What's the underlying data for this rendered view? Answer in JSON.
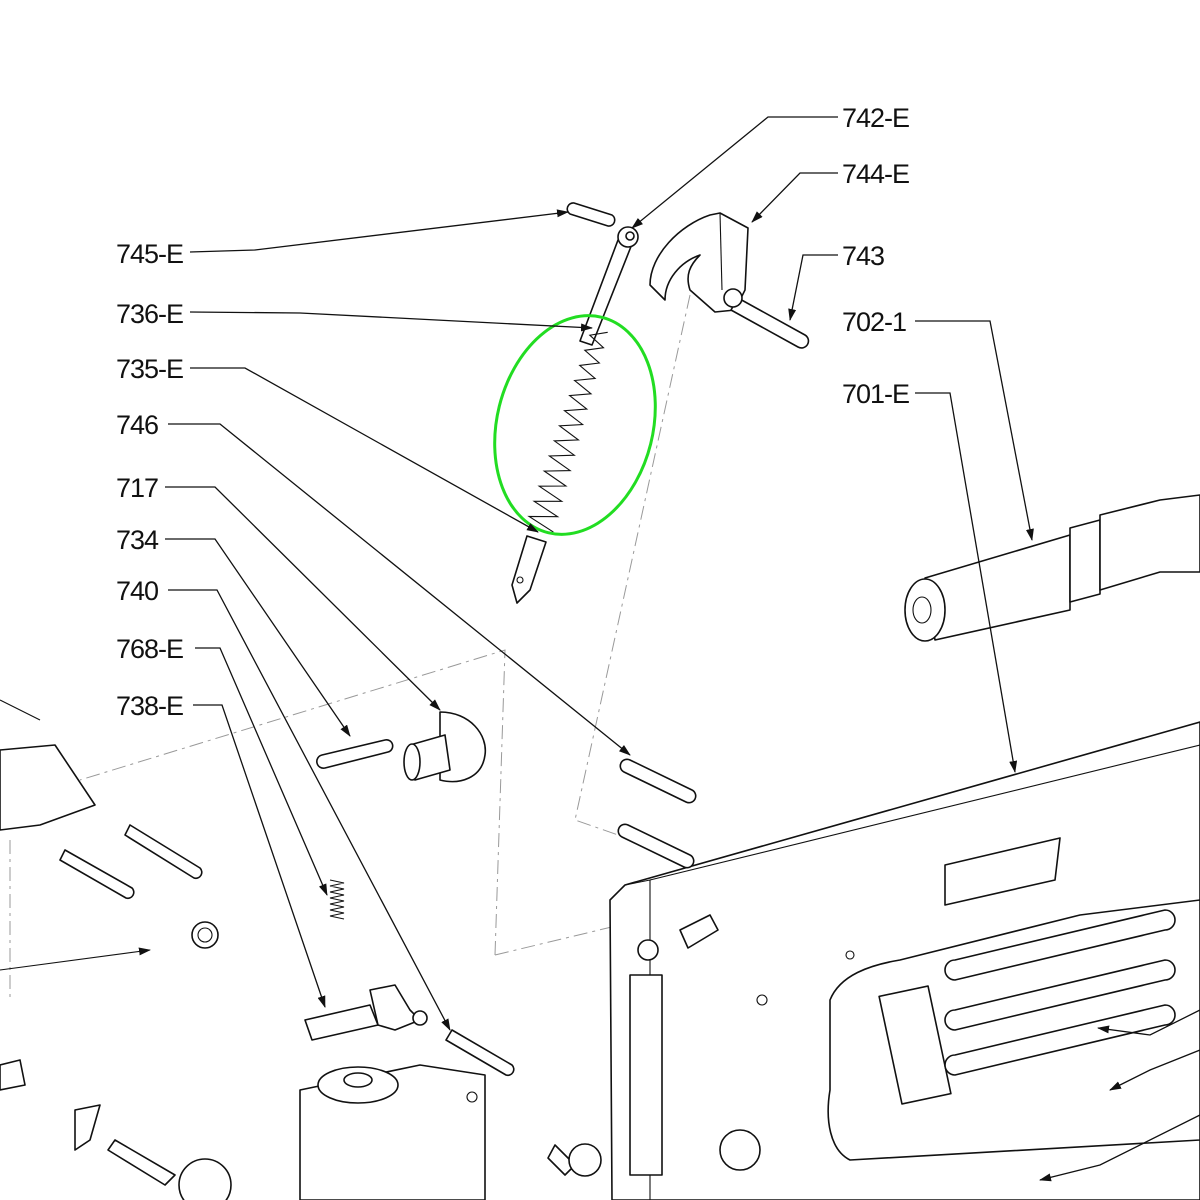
{
  "diagram": {
    "labels": {
      "l742E": "742-E",
      "l744E": "744-E",
      "l743": "743",
      "l745E": "745-E",
      "l736E": "736-E",
      "l735E": "735-E",
      "l746": "746",
      "l717": "717",
      "l734": "734",
      "l740": "740",
      "l768E": "768-E",
      "l738E": "738-E",
      "l7021": "702-1",
      "l701E": "701-E"
    },
    "highlight_color": "#22dd22"
  }
}
